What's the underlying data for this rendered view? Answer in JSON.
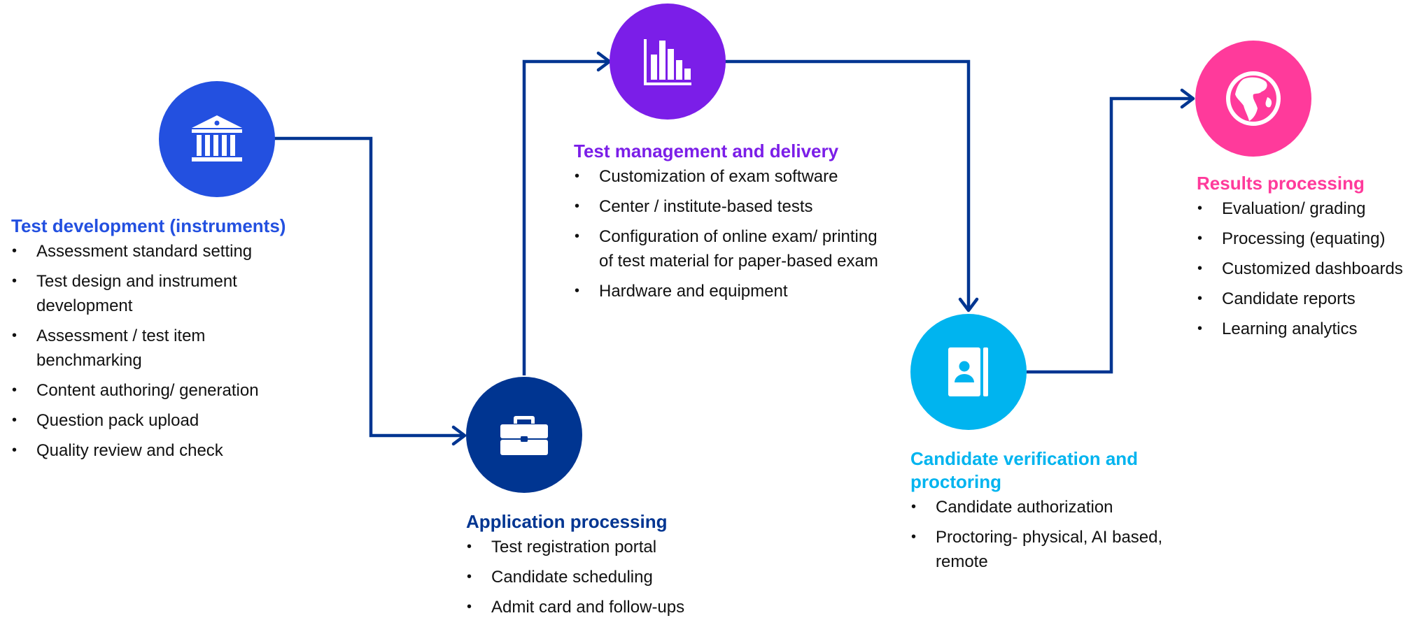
{
  "colors": {
    "connector": "#003591",
    "test_development": "#2350e0",
    "application_processing": "#003591",
    "test_management": "#7b1ee8",
    "candidate_verification": "#00b4ef",
    "results_processing": "#ff3a9b",
    "icon_fill": "#ffffff"
  },
  "stages": {
    "test_development": {
      "icon": "institution-building-icon",
      "title": "Test development (instruments)",
      "items": [
        "Assessment standard setting",
        "Test design and instrument development",
        "Assessment / test item benchmarking",
        "Content authoring/ generation",
        "Question pack upload",
        "Quality review and check"
      ]
    },
    "application_processing": {
      "icon": "briefcase-icon",
      "title": "Application processing",
      "items": [
        "Test registration portal",
        "Candidate scheduling",
        "Admit card and follow-ups"
      ]
    },
    "test_management": {
      "icon": "bar-chart-icon",
      "title": "Test management and delivery",
      "items": [
        "Customization of exam software",
        "Center / institute-based tests",
        "Configuration of online exam/ printing of test material for paper-based exam",
        "Hardware and equipment"
      ]
    },
    "candidate_verification": {
      "icon": "contact-book-icon",
      "title": "Candidate verification and proctoring",
      "items": [
        "Candidate authorization",
        "Proctoring- physical, AI based, remote"
      ]
    },
    "results_processing": {
      "icon": "globe-icon",
      "title": "Results processing",
      "items": [
        "Evaluation/ grading",
        "Processing (equating)",
        "Customized dashboards",
        "Candidate reports",
        "Learning analytics"
      ]
    }
  }
}
